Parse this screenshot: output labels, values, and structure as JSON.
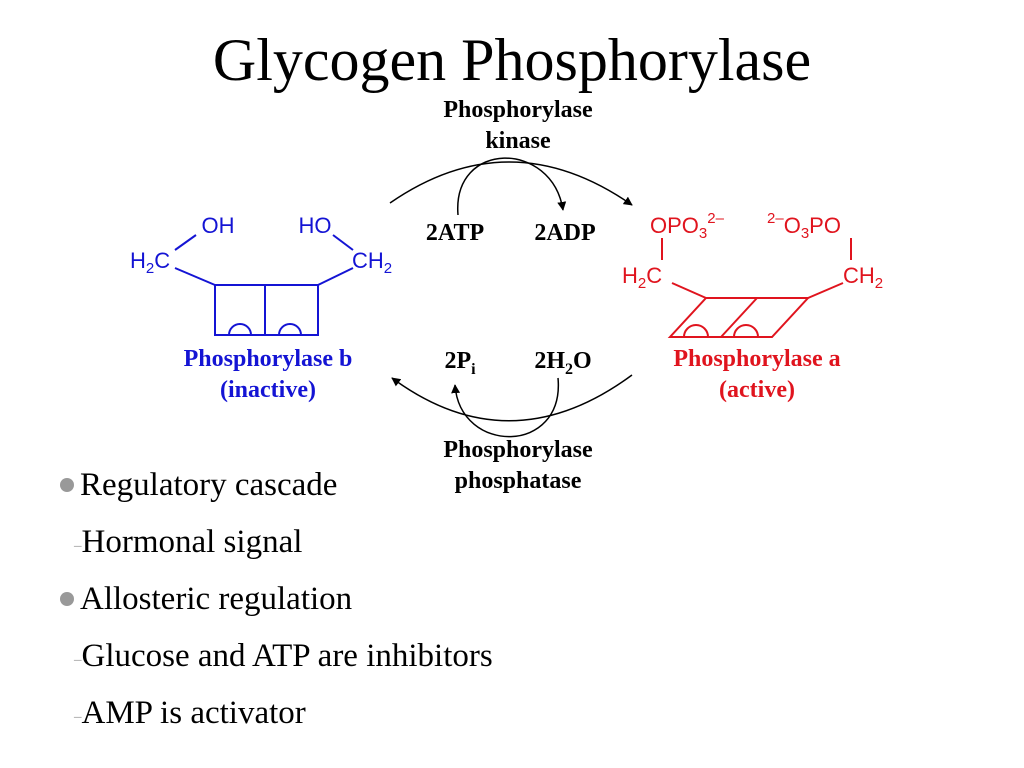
{
  "title": "Glycogen Phosphorylase",
  "colors": {
    "inactive": "#1414d4",
    "active": "#e0141e",
    "text": "#000000",
    "bullet": "#999999"
  },
  "kinase": {
    "line1": "Phosphorylase",
    "line2": "kinase"
  },
  "phosphatase": {
    "line1": "Phosphorylase",
    "line2": "phosphatase"
  },
  "top_reagents": {
    "left": "2ATP",
    "right": "2ADP"
  },
  "bottom_reagents": {
    "left": {
      "main": "2P",
      "sub": "i"
    },
    "right": {
      "pre": "2H",
      "sub": "2",
      "post": "O"
    }
  },
  "enzyme_b": {
    "oh": "OH",
    "ho": "HO",
    "h2c": {
      "h": "H",
      "sub": "2",
      "c": "C"
    },
    "ch2": {
      "c": "CH",
      "sub": "2"
    },
    "name": "Phosphorylase b",
    "state": "(inactive)"
  },
  "enzyme_a": {
    "opo3": {
      "pre": "OPO",
      "sub": "3",
      "sup": "2–"
    },
    "o3po": {
      "sup": "2–",
      "o": "O",
      "sub": "3",
      "post": "PO"
    },
    "h2c": {
      "h": "H",
      "sub": "2",
      "c": "C"
    },
    "ch2": {
      "c": "CH",
      "sub": "2"
    },
    "name": "Phosphorylase a",
    "state": "(active)"
  },
  "bullets": [
    {
      "level": 1,
      "text": "Regulatory cascade"
    },
    {
      "level": 2,
      "text": "Hormonal signal"
    },
    {
      "level": 1,
      "text": "Allosteric regulation"
    },
    {
      "level": 2,
      "text": "Glucose and ATP are inhibitors"
    },
    {
      "level": 2,
      "text": "AMP is activator"
    }
  ]
}
